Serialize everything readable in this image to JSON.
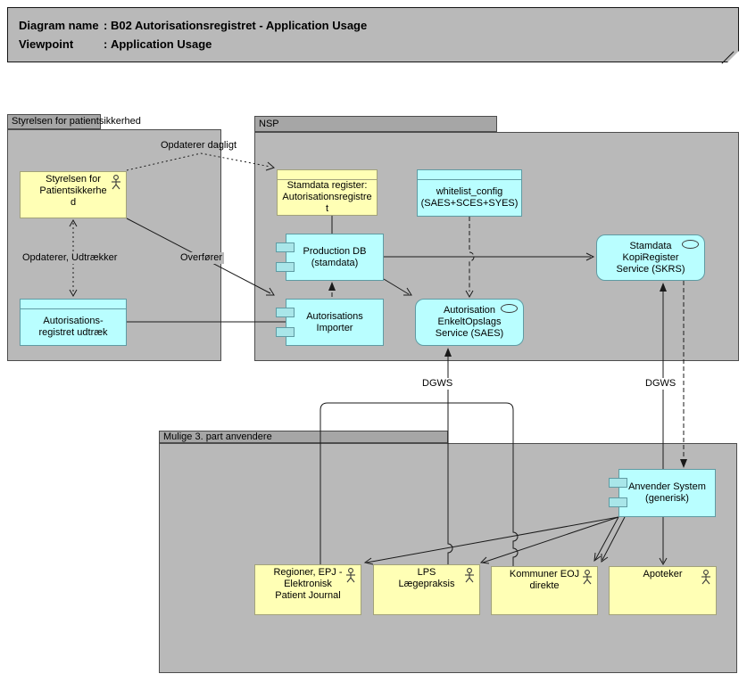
{
  "note": {
    "rows": [
      {
        "label": "Diagram name",
        "sep": ":",
        "value": "B02 Autorisationsregistret - Application Usage"
      },
      {
        "label": "Viewpoint",
        "sep": ":",
        "value": "Application Usage"
      }
    ]
  },
  "groups": {
    "styrelsen": "Styrelsen for patientsikkerhed",
    "nsp": "NSP",
    "mulige": "Mulige 3. part anvendere"
  },
  "nodes": {
    "styrelsen": "Styrelsen for\nPatientsikkerhe\nd",
    "udtraek": "Autorisations-\nregistret udtræk",
    "stamdata_register": "Stamdata register:\nAutorisationsregistre\nt",
    "whitelist": "whitelist_config\n(SAES+SCES+SYES)",
    "production_db": "Production DB\n(stamdata)",
    "importer": "Autorisations\nImporter",
    "saes": "Autorisation\nEnkeltOpslags\nService (SAES)",
    "skrs": "Stamdata\nKopiRegister\nService (SKRS)",
    "anvender": "Anvender System\n(generisk)",
    "regioner": "Regioner, EPJ -\nElektronisk\nPatient Journal",
    "lps": "LPS\nLægepraksis",
    "kommuner": "Kommuner EOJ\ndirekte",
    "apoteker": "Apoteker"
  },
  "edge_labels": {
    "opdaterer_dagligt": "Opdaterer dagligt",
    "opdaterer_udtraekker": "Opdaterer, Udtrækker",
    "overfoerer": "Overfører",
    "dgws_saes": "DGWS",
    "dgws_skrs": "DGWS"
  },
  "colors": {
    "group_fill": "#b9b9b9",
    "group_tab": "#a6a6a6",
    "business_yellow": "#ffffb5",
    "application_cyan": "#b9feff",
    "line": "#1a1a1a"
  }
}
